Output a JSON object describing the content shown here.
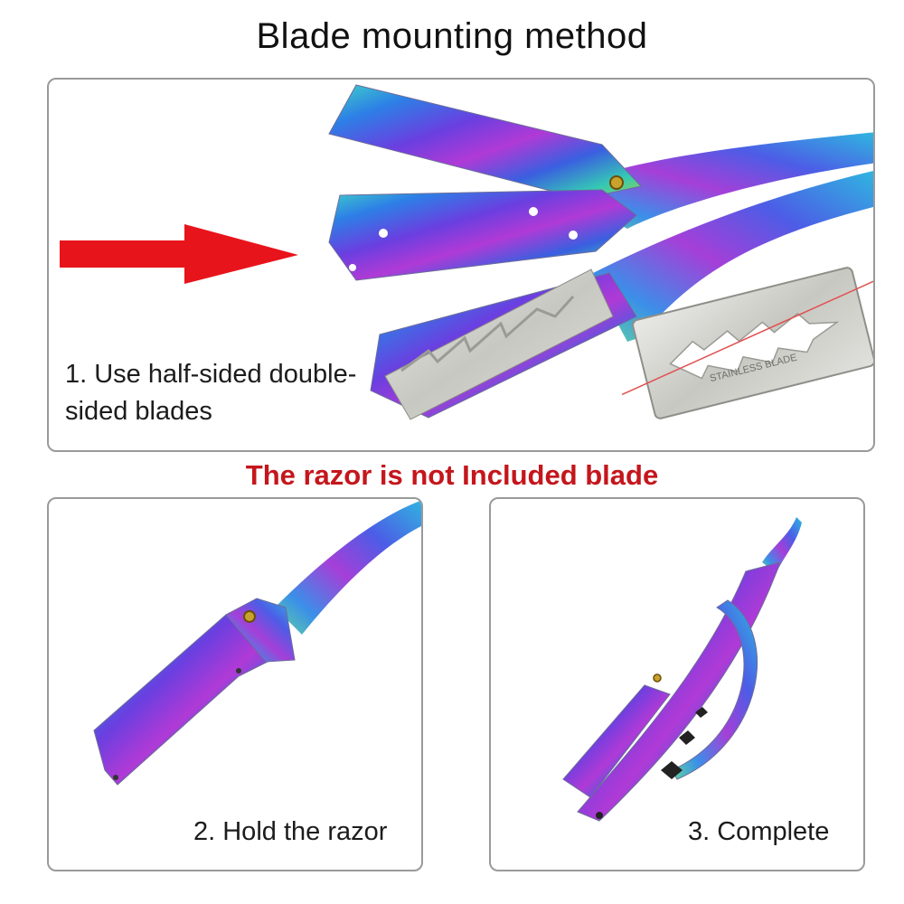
{
  "title": "Blade mounting method",
  "warning": "The razor is not Included blade",
  "steps": [
    {
      "label": "1. Use half-sided double-sided blades"
    },
    {
      "label": "2. Hold the razor"
    },
    {
      "label": "3. Complete"
    }
  ],
  "blade": {
    "text": "STAINLESS BLADE"
  },
  "colors": {
    "arrow": "#e8141b",
    "warning": "#c4161c",
    "border": "#9a9a9a"
  },
  "icons": [
    "red-arrow-icon",
    "rainbow-razor-icon",
    "double-edge-blade-icon"
  ]
}
